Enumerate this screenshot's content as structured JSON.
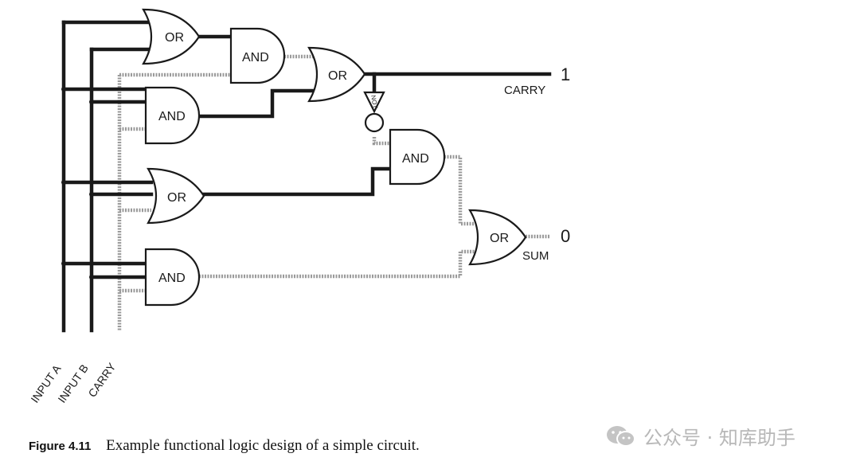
{
  "diagram": {
    "gates": {
      "or1": "OR",
      "and1": "AND",
      "or2": "OR",
      "and2": "AND",
      "not": "NOT",
      "and3": "AND",
      "or3": "OR",
      "and4": "AND",
      "or4": "OR"
    },
    "inputs": [
      "INPUT A",
      "INPUT B",
      "CARRY"
    ],
    "outputs": {
      "carry_label": "CARRY",
      "carry_value": "1",
      "sum_label": "SUM",
      "sum_value": "0"
    }
  },
  "caption": {
    "number": "Figure 4.11",
    "text": "Example functional logic design of a simple circuit."
  },
  "watermark": {
    "text": "公众号 · 知库助手",
    "icon": "wechat-icon",
    "color": "#b8b8b8"
  }
}
